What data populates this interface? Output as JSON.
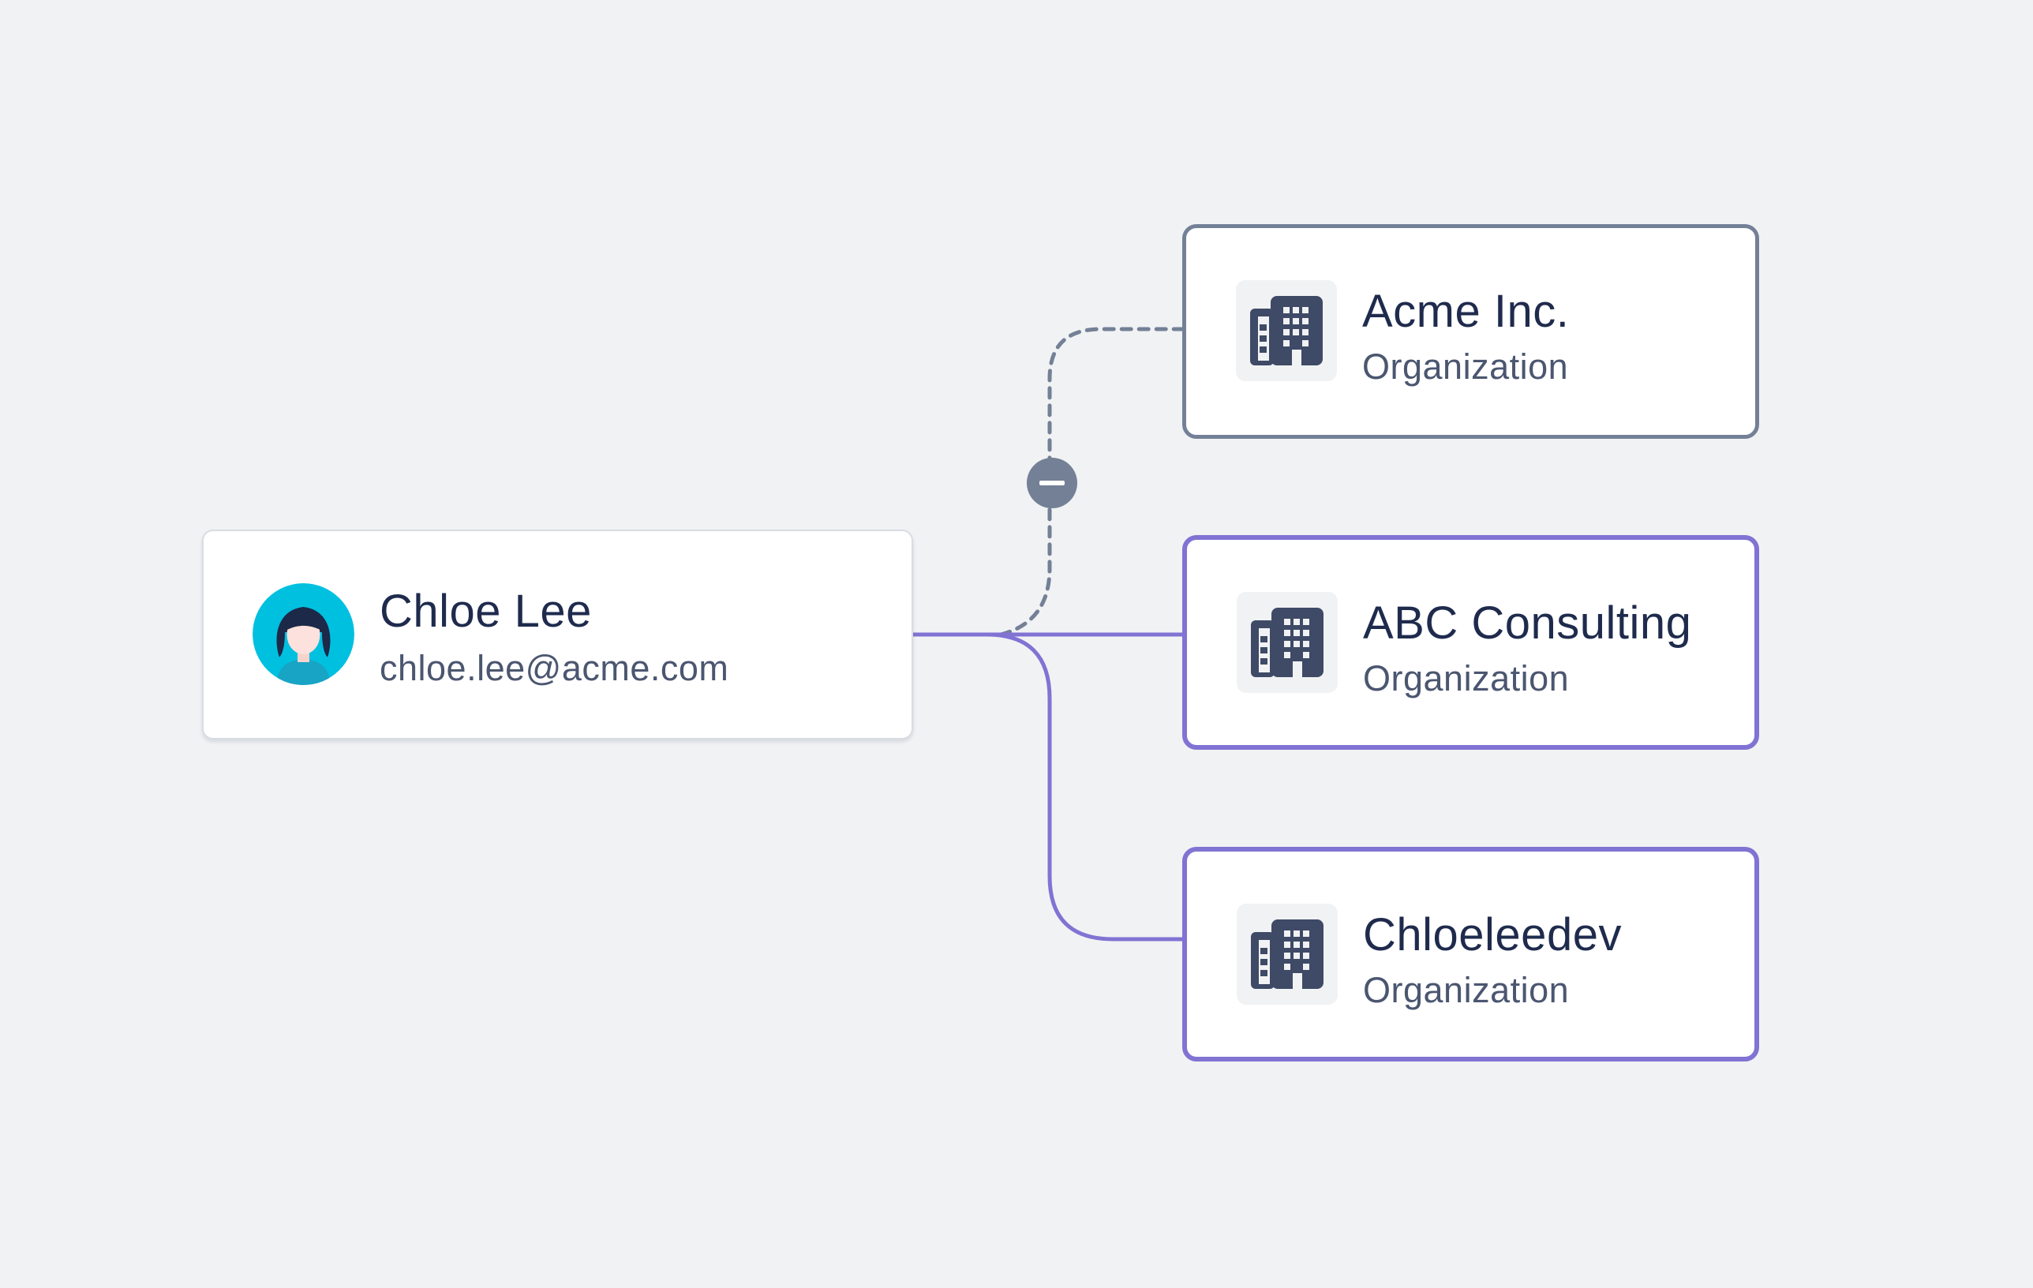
{
  "user": {
    "name": "Chloe Lee",
    "email": "chloe.lee@acme.com",
    "avatar_icon": "female-user-avatar-icon"
  },
  "organizations": [
    {
      "name": "Acme Inc.",
      "type": "Organization",
      "state": "inactive",
      "icon": "building-icon"
    },
    {
      "name": "ABC Consulting",
      "type": "Organization",
      "state": "active",
      "icon": "building-icon"
    },
    {
      "name": "Chloeleedev",
      "type": "Organization",
      "state": "active",
      "icon": "building-icon"
    }
  ],
  "connection_toggle": {
    "icon": "minus-circle-icon",
    "connection": "Acme Inc."
  },
  "colors": {
    "background": "#f1f2f4",
    "active_link": "#8173d3",
    "inactive_link": "#738096",
    "text_primary": "#1f2b4d",
    "text_secondary": "#4b5670",
    "avatar_bg": "#00c0e0",
    "icon_fill": "#3e4a66"
  }
}
